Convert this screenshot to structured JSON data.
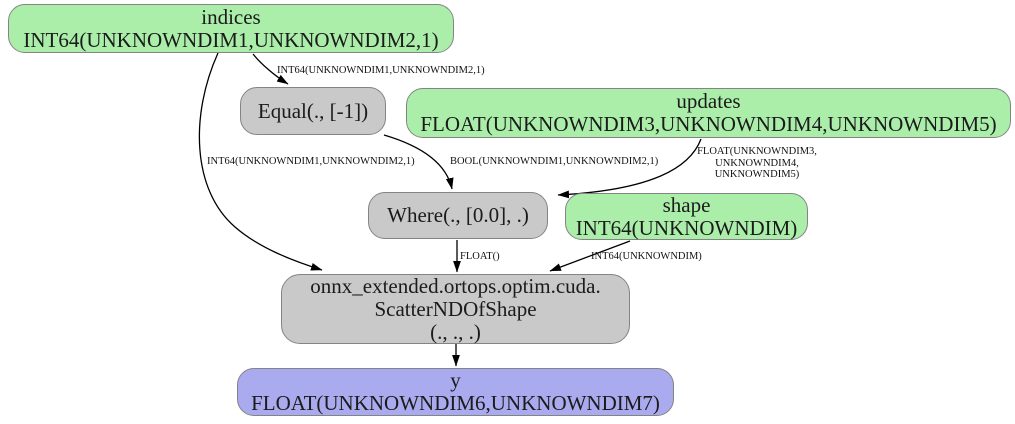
{
  "graph": {
    "nodes": {
      "indices": {
        "title": "indices",
        "dtype": "INT64(UNKNOWNDIM1,UNKNOWNDIM2,1)",
        "kind": "input"
      },
      "equal": {
        "label": "Equal(., [-1])",
        "kind": "operator"
      },
      "updates": {
        "title": "updates",
        "dtype": "FLOAT(UNKNOWNDIM3,UNKNOWNDIM4,UNKNOWNDIM5)",
        "kind": "input"
      },
      "where": {
        "label": "Where(., [0.0], .)",
        "kind": "operator"
      },
      "shape": {
        "title": "shape",
        "dtype": "INT64(UNKNOWNDIM)",
        "kind": "input"
      },
      "scatter": {
        "line1": "onnx_extended.ortops.optim.cuda.",
        "line2": "ScatterNDOfShape",
        "line3": "(., ., .)",
        "kind": "operator"
      },
      "y": {
        "title": "y",
        "dtype": "FLOAT(UNKNOWNDIM6,UNKNOWNDIM7)",
        "kind": "output"
      }
    },
    "edge_labels": {
      "indices_to_equal": "INT64(UNKNOWNDIM1,UNKNOWNDIM2,1)",
      "indices_to_scatter": "INT64(UNKNOWNDIM1,UNKNOWNDIM2,1)",
      "equal_to_where": "BOOL(UNKNOWNDIM1,UNKNOWNDIM2,1)",
      "updates_to_where_line1": "FLOAT(UNKNOWNDIM3,",
      "updates_to_where_line2": "UNKNOWNDIM4,",
      "updates_to_where_line3": "UNKNOWNDIM5)",
      "where_to_scatter": "FLOAT()",
      "shape_to_scatter": "INT64(UNKNOWNDIM)"
    },
    "edges": [
      {
        "from": "indices",
        "to": "equal",
        "label": "INT64(UNKNOWNDIM1,UNKNOWNDIM2,1)"
      },
      {
        "from": "indices",
        "to": "scatter",
        "label": "INT64(UNKNOWNDIM1,UNKNOWNDIM2,1)"
      },
      {
        "from": "equal",
        "to": "where",
        "label": "BOOL(UNKNOWNDIM1,UNKNOWNDIM2,1)"
      },
      {
        "from": "updates",
        "to": "where",
        "label": "FLOAT(UNKNOWNDIM3,UNKNOWNDIM4,UNKNOWNDIM5)"
      },
      {
        "from": "where",
        "to": "scatter",
        "label": "FLOAT()"
      },
      {
        "from": "shape",
        "to": "scatter",
        "label": "INT64(UNKNOWNDIM)"
      },
      {
        "from": "scatter",
        "to": "y",
        "label": ""
      }
    ],
    "colors": {
      "input_fill": "#aaeeaa",
      "operator_fill": "#c9c9c9",
      "output_fill": "#aaaaee",
      "node_border": "#848484",
      "edge_stroke": "#000000",
      "background": "#ffffff"
    }
  }
}
